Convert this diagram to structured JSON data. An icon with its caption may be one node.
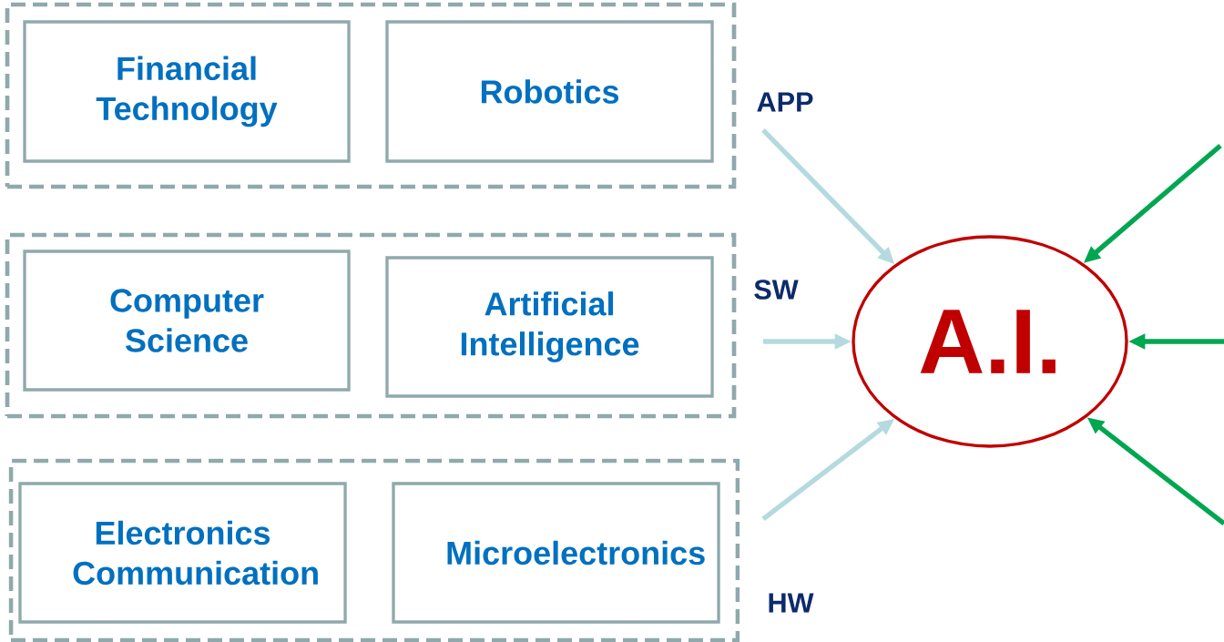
{
  "diagram": {
    "nodes": [
      {
        "text": [],
        "shape": "box"
      },
      {
        "text": [
          "Financial Technology"
        ],
        "in": 0
      },
      {
        "text": [
          "Robotics"
        ],
        "in": 0
      },
      {
        "text": [],
        "shape": "box"
      },
      {
        "text": [
          "Computer Science"
        ],
        "in": 3
      },
      {
        "text": [
          "Artificial Intelligence"
        ],
        "in": 3
      },
      {
        "text": [],
        "shape": "box"
      },
      {
        "text": [
          "Electronics Communication"
        ],
        "in": 6
      },
      {
        "text": [
          "Microelectronics"
        ],
        "in": 6
      },
      {
        "text": [
          "A.I."
        ]
      }
    ],
    "edges": [
      {
        "from": null,
        "to": 9,
        "arrow": "to",
        "color": "#b4dadf"
      },
      {
        "from": null,
        "to": 9,
        "arrow": "to",
        "color": "#b4dadf"
      },
      {
        "from": null,
        "to": 9,
        "arrow": "to",
        "color": "#b4dadf"
      },
      {
        "from": null,
        "to": 9,
        "arrow": "to",
        "color": "#00a650"
      },
      {
        "from": null,
        "to": 9,
        "arrow": "to",
        "color": "#00a650"
      },
      {
        "from": null,
        "to": 9,
        "arrow": "to",
        "color": "#00a650"
      }
    ],
    "labels": [
      "APP",
      "SW",
      "HW"
    ]
  }
}
